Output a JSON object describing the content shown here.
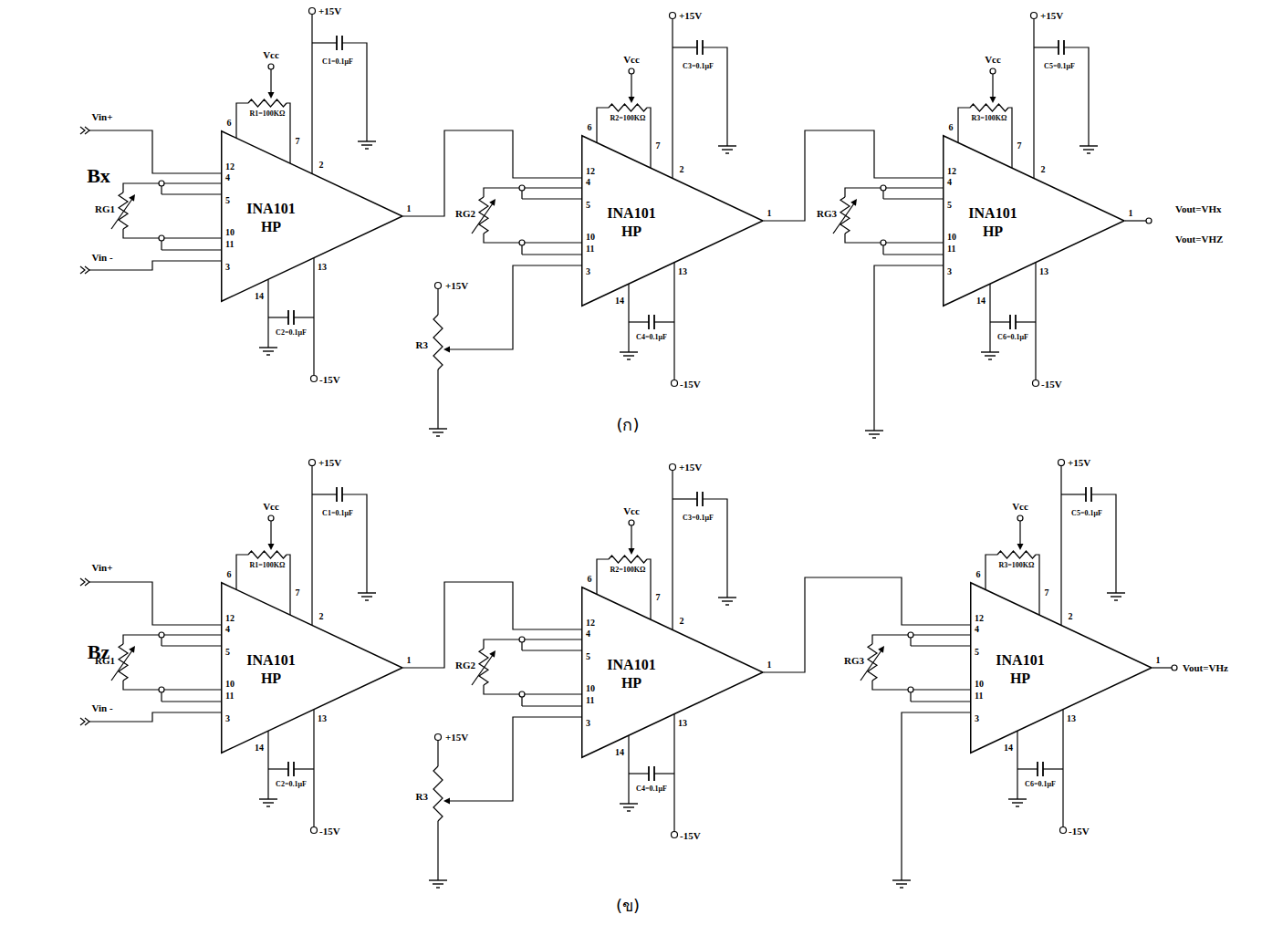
{
  "diagram": {
    "nodes": [
      {
        "text": [
          "INA101 HP"
        ]
      },
      {
        "text": [
          "INA101 HP"
        ]
      },
      {
        "text": [
          "INA101 HP"
        ]
      },
      {
        "text": [
          "INA101 HP"
        ]
      },
      {
        "text": [
          "INA101 HP"
        ]
      },
      {
        "text": [
          "INA101 HP"
        ]
      }
    ],
    "edges": [
      {
        "from": 0,
        "to": 1,
        "arrow": "none"
      },
      {
        "from": 1,
        "to": 2,
        "arrow": "none"
      },
      {
        "from": 3,
        "to": 4,
        "arrow": "none"
      },
      {
        "from": 4,
        "to": 5,
        "arrow": "none"
      }
    ],
    "labels": [
      "Vcc",
      "R1=100KΩ",
      "+15V",
      "C1=0.1μF",
      "6",
      "7",
      "2",
      "12",
      "4",
      "5",
      "10",
      "11",
      "3",
      "1",
      "14",
      "13",
      "C2=0.1μF",
      "-15V",
      "RG1",
      "Vcc",
      "R2=100KΩ",
      "+15V",
      "C3=0.1μF",
      "6",
      "7",
      "2",
      "12",
      "4",
      "5",
      "10",
      "11",
      "3",
      "1",
      "14",
      "13",
      "C4=0.1μF",
      "-15V",
      "RG2",
      "Vcc",
      "R3=100KΩ",
      "+15V",
      "C5=0.1μF",
      "6",
      "7",
      "2",
      "12",
      "4",
      "5",
      "10",
      "11",
      "3",
      "1",
      "14",
      "13",
      "C6=0.1μF",
      "-15V",
      "RG3",
      "Vcc",
      "R1=100KΩ",
      "+15V",
      "C1=0.1μF",
      "6",
      "7",
      "2",
      "12",
      "4",
      "5",
      "10",
      "11",
      "3",
      "1",
      "14",
      "13",
      "C2=0.1μF",
      "-15V",
      "RG1",
      "Vcc",
      "R2=100KΩ",
      "+15V",
      "C3=0.1μF",
      "6",
      "7",
      "2",
      "12",
      "4",
      "5",
      "10",
      "11",
      "3",
      "1",
      "14",
      "13",
      "C4=0.1μF",
      "-15V",
      "RG2",
      "Vcc",
      "R3=100KΩ",
      "+15V",
      "C5=0.1μF",
      "6",
      "7",
      "2",
      "12",
      "4",
      "5",
      "10",
      "11",
      "3",
      "1",
      "14",
      "13",
      "C6=0.1μF",
      "-15V",
      "RG3",
      "Bx",
      "Vin+",
      "Vin -",
      "+15V",
      "R3",
      "Vout=VHx",
      "Vout=VHZ",
      "(ก)",
      "Bz",
      "Vin+",
      "Vin -",
      "+15V",
      "R3",
      "Vout=VHz",
      "(ข)"
    ]
  }
}
